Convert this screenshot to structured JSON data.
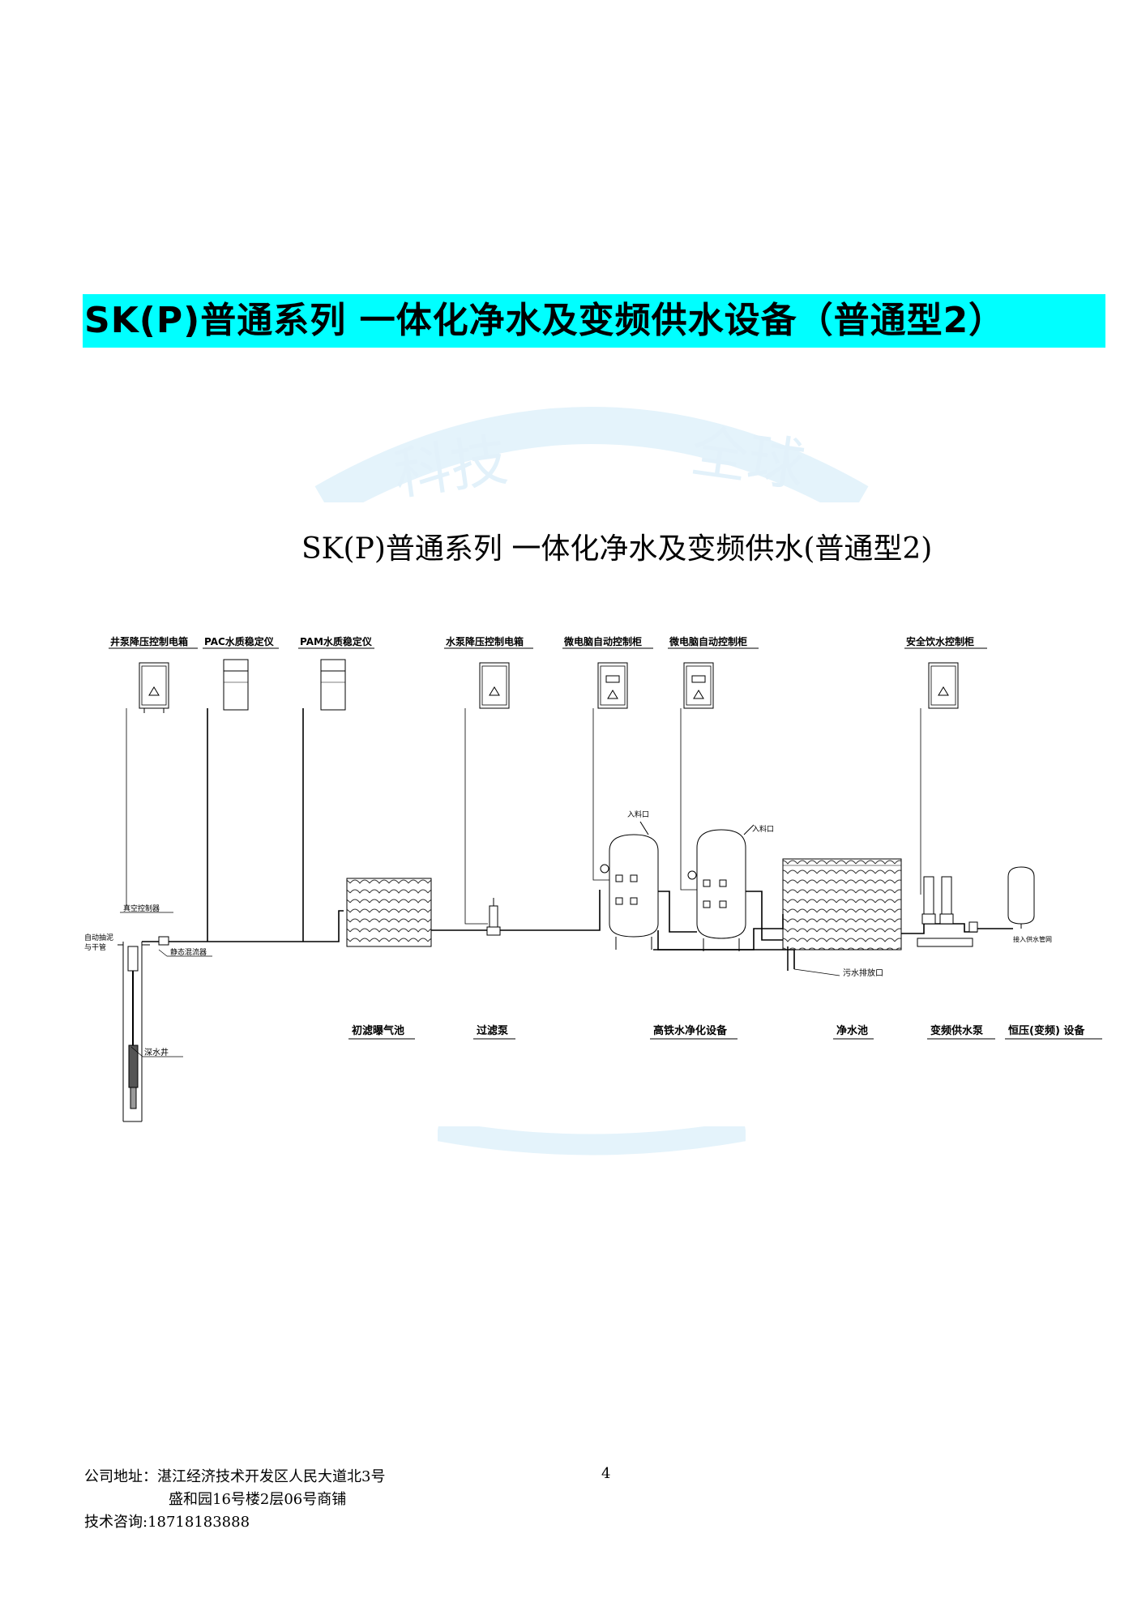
{
  "header": {
    "banner_title": "SK(P)普通系列 一体化净水及变频供水设备（普通型2）",
    "banner_color": "#00ffff"
  },
  "diagram": {
    "title": "SK(P)普通系列 一体化净水及变频供水(普通型2)",
    "watermark": [
      "科技",
      "全球"
    ],
    "equipment_labels": {
      "well_pump_cabinet": "井泵降压控制电箱",
      "pac_stabilizer": "PAC水质稳定仪",
      "pam_stabilizer": "PAM水质稳定仪",
      "pump_cabinet": "水泵降压控制电箱",
      "micro_cabinet_1": "微电脑自动控制柜",
      "micro_cabinet_2": "微电脑自动控制柜",
      "safe_water_cabinet": "安全饮水控制柜"
    },
    "small_labels": {
      "vacuum_controller": "真空控制器",
      "static_mixer": "静态混流器",
      "left_valve": "自动抽泥",
      "left_valve_2": "与干管",
      "deep_well": "深水井",
      "inlet_1": "入料口",
      "inlet_2": "入料口",
      "sewage_outlet": "污水排放口",
      "outlet_pipe": "接入供水管网"
    },
    "process_labels": {
      "aeration_tank": "初滤曝气池",
      "filter_pump": "过滤泵",
      "purification": "高铁水净化设备",
      "clean_tank": "净水池",
      "vf_pump": "变频供水泵",
      "constant_pressure": "恒压(变频) 设备"
    }
  },
  "footer": {
    "address_label": "公司地址：湛江经济技术开发区人民大道北3号",
    "address_line2": "盛和园16号楼2层06号商铺",
    "consult": "技术咨询:18718183888",
    "page_number": "4"
  }
}
